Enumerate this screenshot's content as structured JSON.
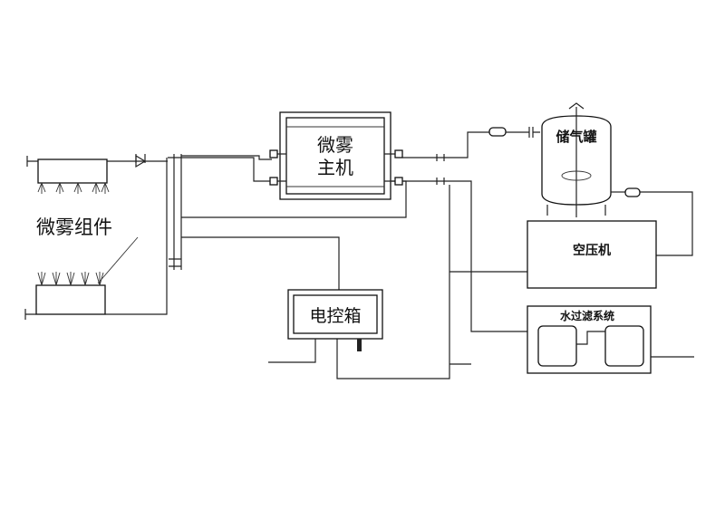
{
  "labels": {
    "main_unit": [
      "微雾",
      "主机"
    ],
    "mist_assembly": "微雾组件",
    "control_box": "电控箱",
    "storage_tank": "储气罐",
    "air_compressor": "空压机",
    "water_filter": "水过滤系统"
  },
  "colors": {
    "line": "#222222",
    "fill": "#ffffff"
  }
}
